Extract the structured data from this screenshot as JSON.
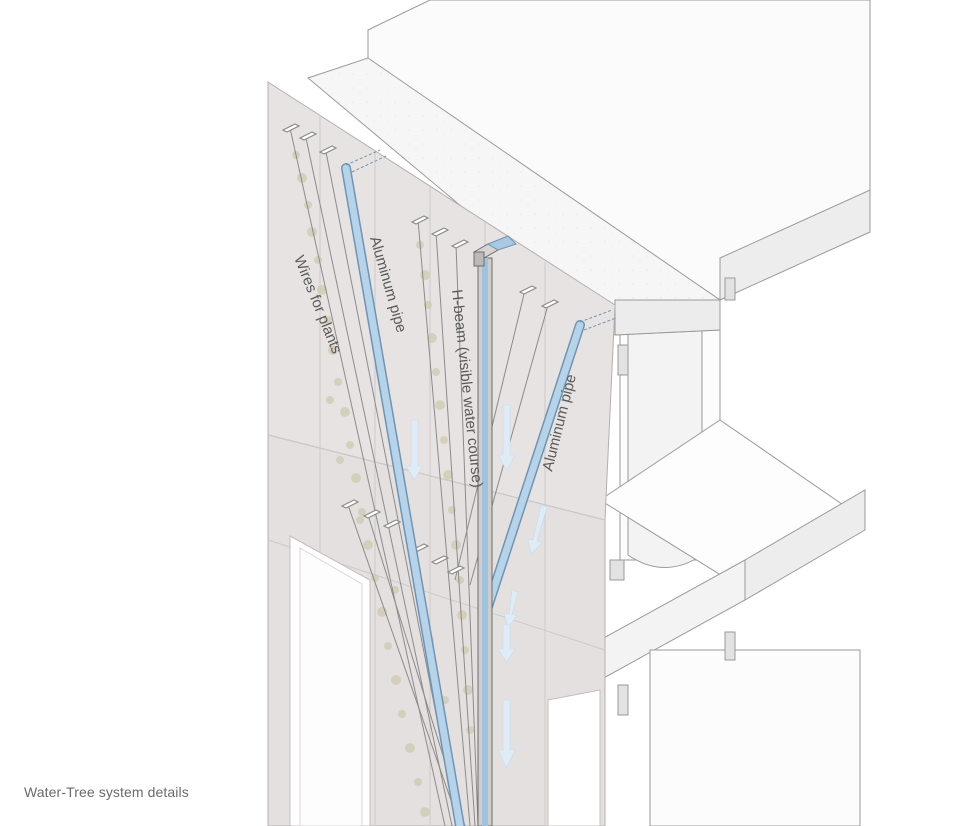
{
  "labels": {
    "wires": "Wires for plants",
    "pipe_left": "Aluminum pipe",
    "hbeam": "H-beam (visible water course)",
    "pipe_right": "Aluminum pipe"
  },
  "caption": "Water-Tree system details",
  "colors": {
    "pipe": "#a9c9e3",
    "pipe_edge": "#6f94b3",
    "panel": "#e6e2e2",
    "slab": "#f7f7f7",
    "line": "#8a8a8a",
    "arrow": "#dbe9f4",
    "plants": "#c8c4aa"
  }
}
